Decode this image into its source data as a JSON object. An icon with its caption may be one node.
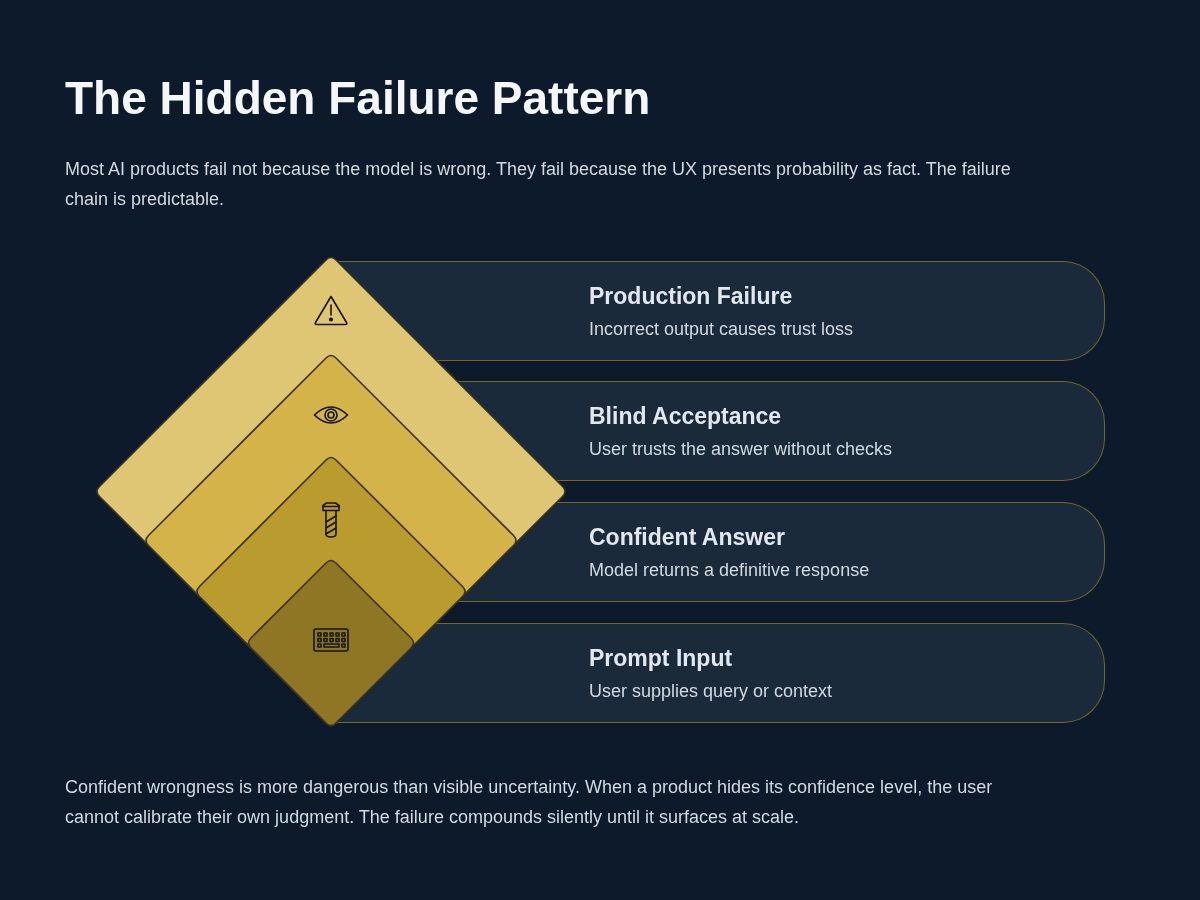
{
  "diagram": {
    "title": "The Hidden Failure Pattern",
    "caption": "Confident wrongness is more dangerous than visible uncertainty. When a product hides its confidence level, the user cannot calibrate their own judgment. The failure compounds silently until it surfaces at scale.",
    "nodes": [
      {
        "text": [
          "Production Failure",
          "Incorrect output causes trust loss"
        ]
      },
      {
        "text": [
          "Blind Acceptance",
          "User trusts the answer without checks"
        ]
      },
      {
        "text": [
          "Confident Answer",
          "Model returns a definitive response"
        ]
      },
      {
        "text": [
          "Prompt Input",
          "User supplies query or context"
        ]
      }
    ],
    "labels": [
      "Most AI products fail not because the model is wrong. They fail because the UX presents probability as fact. The failure chain is predictable."
    ]
  }
}
